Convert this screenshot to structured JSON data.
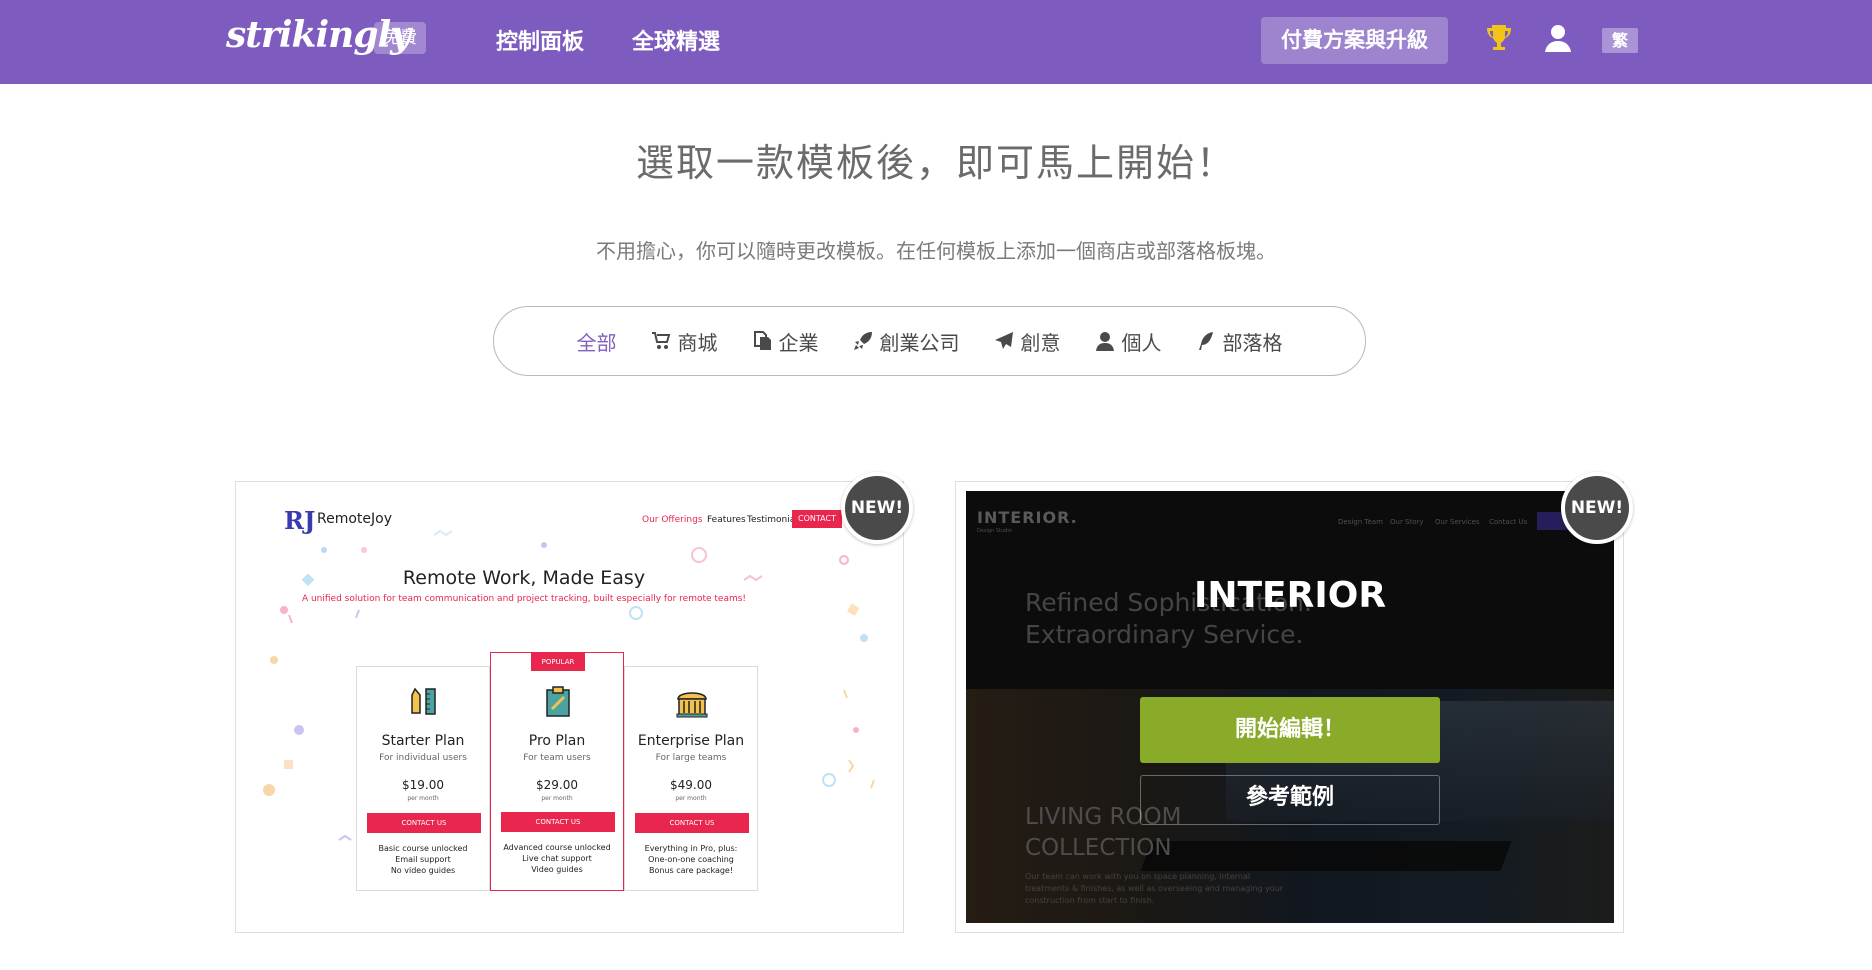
{
  "header": {
    "logo": "strikingly",
    "plan_badge": "免費",
    "nav": {
      "dashboard": "控制面板",
      "showcase": "全球精選"
    },
    "upgrade": "付費方案與升級",
    "lang": "繁",
    "icons": {
      "trophy": "trophy-icon",
      "user": "user-icon"
    },
    "colors": {
      "bar": "#7e5bbf",
      "trophy": "#f0c419"
    }
  },
  "main": {
    "title": "選取一款模板後，即可馬上開始！",
    "subtitle": "不用擔心，你可以隨時更改模板。在任何模板上添加一個商店或部落格板塊。",
    "filters": [
      {
        "label": "全部",
        "icon": "",
        "active": true
      },
      {
        "label": "商城",
        "icon": "cart-icon"
      },
      {
        "label": "企業",
        "icon": "copy-icon"
      },
      {
        "label": "創業公司",
        "icon": "rocket-icon"
      },
      {
        "label": "創意",
        "icon": "paper-plane-icon"
      },
      {
        "label": "個人",
        "icon": "user-icon"
      },
      {
        "label": "部落格",
        "icon": "quill-icon"
      }
    ],
    "active_color": "#8060c0"
  },
  "cards": [
    {
      "badge": "NEW!",
      "preview": {
        "logo_mark": "RJ",
        "logo": "RemoteJoy",
        "nav": [
          "Our Offerings",
          "Features",
          "Testimonials"
        ],
        "contact": "CONTACT",
        "title": "Remote Work, Made Easy",
        "subtitle": "A unified solution for team communication and project tracking, built especially for remote teams!",
        "accent": "#e8264e",
        "plans": [
          {
            "name": "Starter Plan",
            "for": "For individual users",
            "price": "$19.00",
            "per": "per month",
            "button": "CONTACT US",
            "features": [
              "Basic course unlocked",
              "Email support",
              "No video guides"
            ]
          },
          {
            "name": "Pro Plan",
            "for": "For team users",
            "price": "$29.00",
            "per": "per month",
            "button": "CONTACT US",
            "popular": "POPULAR",
            "features": [
              "Advanced course unlocked",
              "Live chat support",
              "Video guides"
            ]
          },
          {
            "name": "Enterprise Plan",
            "for": "For large teams",
            "price": "$49.00",
            "per": "per month",
            "button": "CONTACT US",
            "features": [
              "Everything in Pro, plus:",
              "One-on-one coaching",
              "Bonus care package!"
            ]
          }
        ]
      }
    },
    {
      "badge": "NEW!",
      "template_name": "INTERIOR",
      "start_button": "開始編輯！",
      "preview_button": "參考範例",
      "button_color": "#8aaa2a",
      "preview": {
        "logo": "INTERIOR.",
        "logo_sub": "Design Studio",
        "nav": [
          "Design Team",
          "Our Story",
          "Our Services",
          "Contact Us"
        ],
        "headline": [
          "Refined Sophistication.",
          "Extraordinary Service."
        ],
        "collection": [
          "LIVING ROOM",
          "COLLECTION"
        ],
        "description": "Our team can work with you on space planning, internal treatments & finishes, as well as overseeing and managing your construction from start to finish."
      }
    }
  ]
}
